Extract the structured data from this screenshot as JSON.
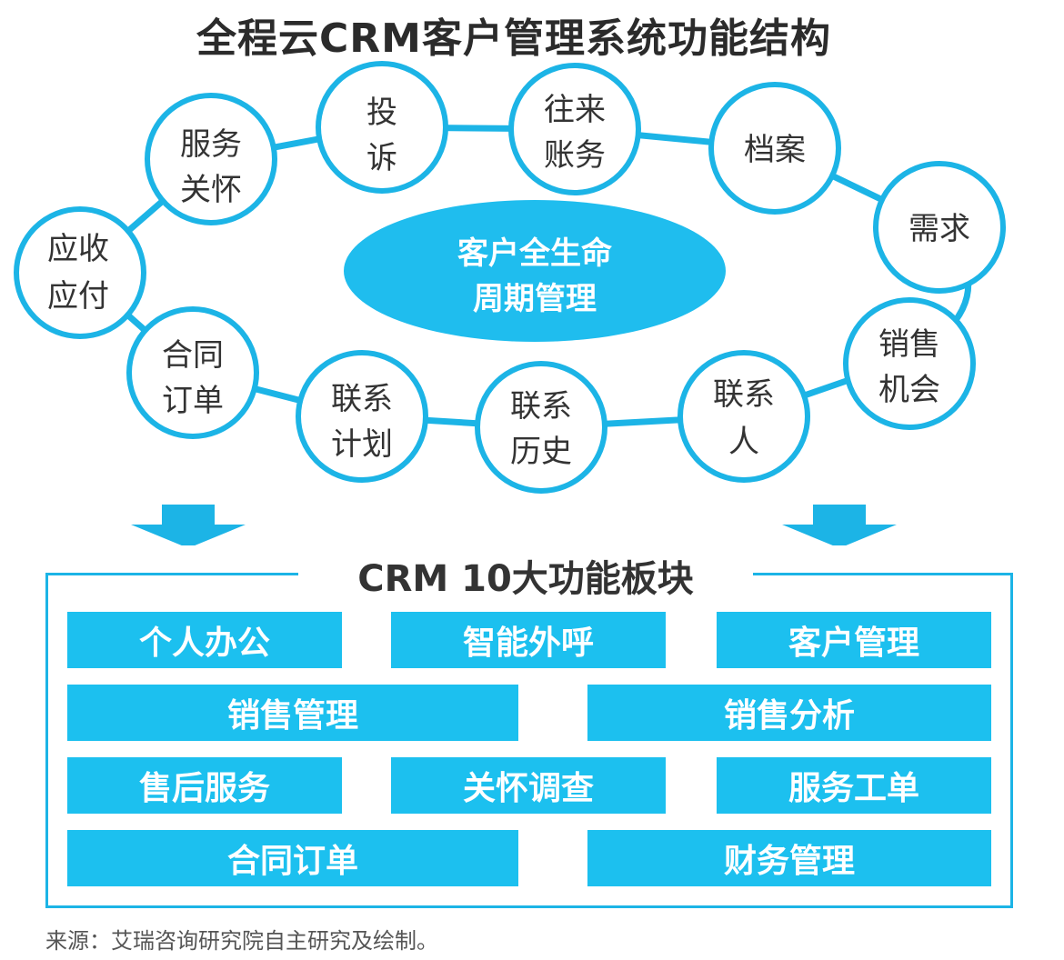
{
  "title": "全程云CRM客户管理系统功能结构",
  "center": [
    "客户全生命",
    "周期管理"
  ],
  "cycle_nodes": [
    {
      "lines": [
        "服务",
        "关怀"
      ]
    },
    {
      "lines": [
        "投",
        "诉"
      ]
    },
    {
      "lines": [
        "往来",
        "账务"
      ]
    },
    {
      "lines": [
        "档案"
      ]
    },
    {
      "lines": [
        "需求"
      ]
    },
    {
      "lines": [
        "销售",
        "机会"
      ]
    },
    {
      "lines": [
        "联系",
        "人"
      ]
    },
    {
      "lines": [
        "联系",
        "历史"
      ]
    },
    {
      "lines": [
        "联系",
        "计划"
      ]
    },
    {
      "lines": [
        "合同",
        "订单"
      ]
    },
    {
      "lines": [
        "应收",
        "应付"
      ]
    }
  ],
  "modules_title": "CRM 10大功能板块",
  "modules": {
    "personal_office": "个人办公",
    "smart_call": "智能外呼",
    "customer_mgmt": "客户管理",
    "sales_mgmt": "销售管理",
    "sales_analysis": "销售分析",
    "after_sales": "售后服务",
    "care_survey": "关怀调查",
    "service_ticket": "服务工单",
    "contract_order": "合同订单",
    "finance_mgmt": "财务管理"
  },
  "source": "来源：艾瑞咨询研究院自主研究及绘制。",
  "colors": {
    "accent": "#1cb4e6",
    "module_fill": "#1cc0ef",
    "center_fill": "#1fbdee",
    "node_fill": "#ffffff"
  }
}
